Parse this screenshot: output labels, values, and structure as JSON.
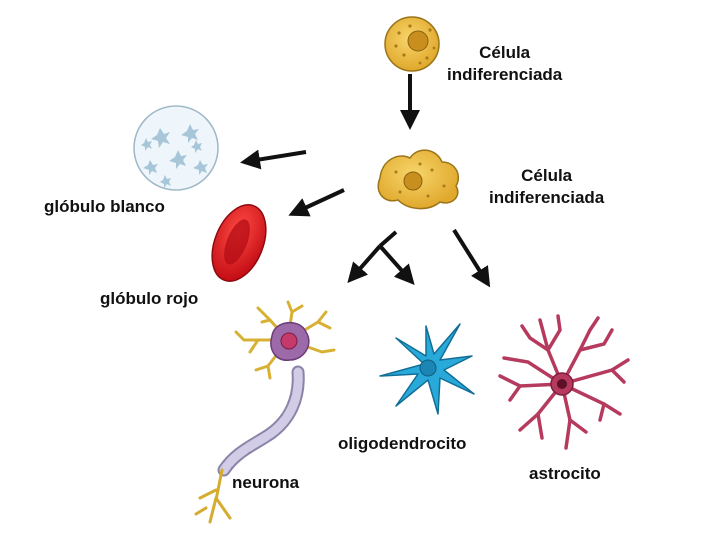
{
  "labels": {
    "stem_top": [
      "Célula",
      "indiferenciada"
    ],
    "stem_mid": [
      "Célula",
      "indiferenciada"
    ],
    "white_blood_cell": "glóbulo blanco",
    "red_blood_cell": "glóbulo rojo",
    "neuron": "neurona",
    "oligodendrocyte": "oligodendrocito",
    "astrocyte": "astrocito"
  },
  "colors": {
    "stem_cell": "#e9b53c",
    "stem_cell_outline": "#9a7418",
    "white_blood_cell": "#eef6fb",
    "red_blood_cell": "#d9141c",
    "neuron_body": "#8e5a9c",
    "neuron_dendrites": "#e0b93c",
    "neuron_axon": "#c9c3e0",
    "oligodendrocyte": "#29a9d9",
    "astrocyte": "#b63a5e",
    "arrow": "#111111"
  }
}
